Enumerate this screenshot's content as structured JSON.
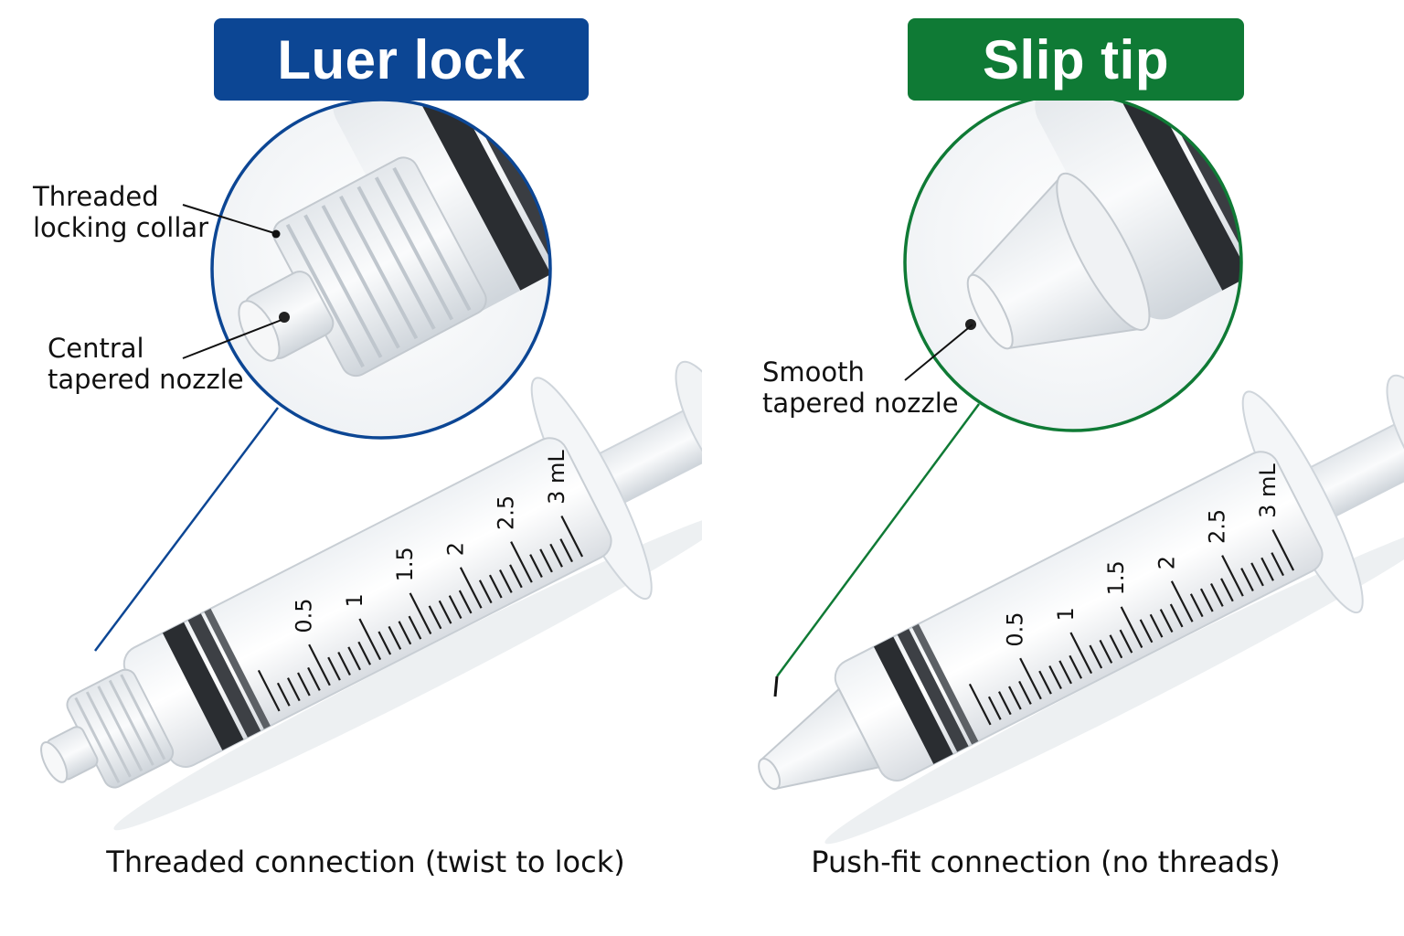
{
  "left": {
    "title": "Luer lock",
    "accent_color": "#0c4694",
    "callouts": {
      "collar_line1": "Threaded",
      "collar_line2": "locking collar",
      "nozzle_line1": "Central",
      "nozzle_line2": "tapered nozzle"
    },
    "caption": "Threaded connection (twist to lock)",
    "scale": {
      "labels": [
        "0.5",
        "1",
        "1.5",
        "2",
        "2.5",
        "3 mL"
      ]
    }
  },
  "right": {
    "title": "Slip tip",
    "accent_color": "#0f7a35",
    "callouts": {
      "nozzle_line1": "Smooth",
      "nozzle_line2": "tapered nozzle"
    },
    "caption": "Push-fit connection (no threads)",
    "scale": {
      "labels": [
        "0.5",
        "1",
        "1.5",
        "2",
        "2.5",
        "3 mL"
      ]
    }
  }
}
